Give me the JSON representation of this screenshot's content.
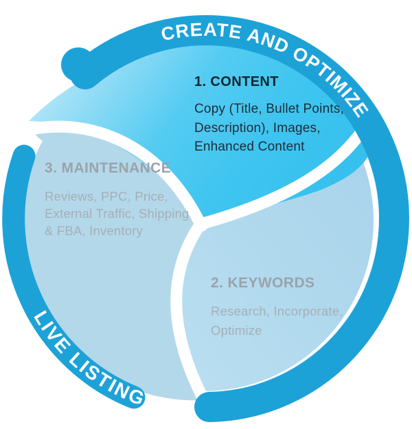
{
  "diagram": {
    "title_arc_top": "CREATE AND OPTIMIZE",
    "title_arc_bottom": "LIVE LISTING",
    "segments": {
      "content": {
        "heading": "1. CONTENT",
        "lines": [
          "Copy (Title, Bullet Points,",
          "Description), Images,",
          "Enhanced Content"
        ]
      },
      "keywords": {
        "heading": "2. KEYWORDS",
        "lines": [
          "Research, Incorporate,",
          "Optimize"
        ]
      },
      "maintenance": {
        "heading": "3. MAINTENANCE",
        "lines": [
          "Reviews, PPC, Price,",
          "External Traffic, Shipping",
          "& FBA, Inventory"
        ]
      }
    },
    "colors": {
      "band_blue": "#1da2d8",
      "content_cyan": "#3ac2ee",
      "content_cyan_light": "#c6ecfa",
      "keywords_pale": "#a6d2ea",
      "keywords_pale_light": "#bfe2f2",
      "maintenance_pale": "#b3d8e9",
      "divider_white": "#ffffff",
      "heading_dark": "#132430",
      "body_dark": "#1e2c37",
      "heading_gray": "#9aa3ab",
      "body_gray": "#a5afb7",
      "arc_text_white": "#ffffff"
    }
  }
}
